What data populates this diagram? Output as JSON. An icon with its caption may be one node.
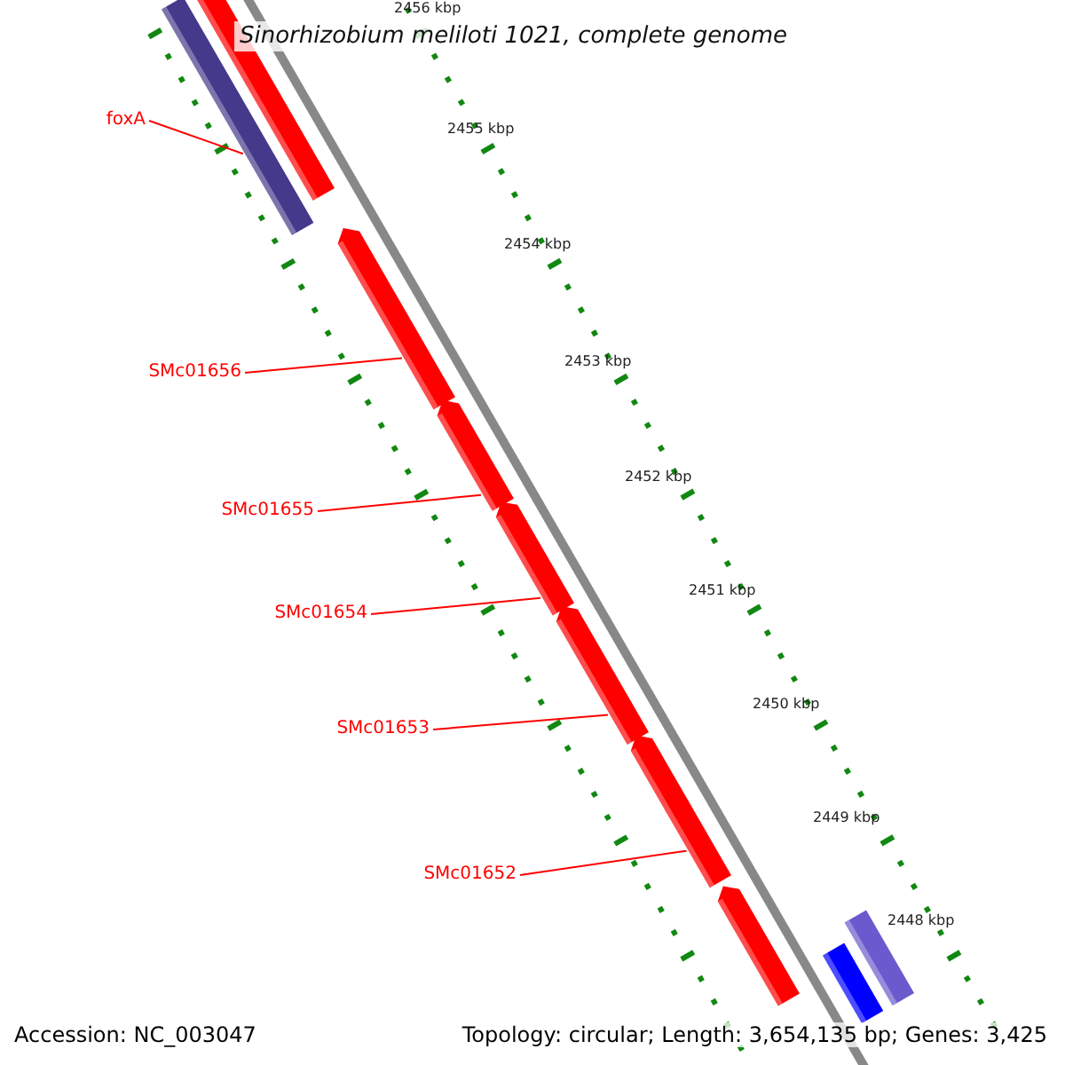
{
  "diagram": {
    "title": "Sinorhizobium meliloti 1021, complete genome",
    "nodes": [
      {
        "text": [
          "foxA"
        ]
      },
      {
        "text": [
          "SMc01656"
        ]
      },
      {
        "text": [
          "SMc01655"
        ]
      },
      {
        "text": [
          "SMc01654"
        ]
      },
      {
        "text": [
          "SMc01653"
        ]
      },
      {
        "text": [
          "SMc01652"
        ]
      },
      {
        "text": [],
        "shape": "bar"
      },
      {
        "text": [],
        "shape": "bar"
      },
      {
        "text": [],
        "shape": "bar"
      },
      {
        "text": [],
        "shape": "bar"
      },
      {
        "text": [],
        "shape": "bar"
      },
      {
        "text": [],
        "shape": "bar"
      },
      {
        "text": [],
        "shape": "bar"
      },
      {
        "text": [],
        "shape": "bar"
      },
      {
        "text": [],
        "shape": "bar"
      },
      {
        "text": [],
        "shape": "bar"
      }
    ],
    "edges": [
      {
        "from": 0,
        "to": 6,
        "arrow": "none"
      },
      {
        "from": 1,
        "to": 8,
        "arrow": "none"
      },
      {
        "from": 2,
        "to": 9,
        "arrow": "none"
      },
      {
        "from": 3,
        "to": 10,
        "arrow": "none"
      },
      {
        "from": 4,
        "to": 11,
        "arrow": "none"
      },
      {
        "from": 5,
        "to": 12,
        "arrow": "none"
      }
    ],
    "labels": [
      "2456 kbp",
      "2455 kbp",
      "2454 kbp",
      "2453 kbp",
      "2452 kbp",
      "2451 kbp",
      "2450 kbp",
      "2449 kbp",
      "2448 kbp",
      "Accession: NC_003047",
      "Topology: circular; Length: 3,654,135 bp; Genes: 3,425"
    ]
  }
}
